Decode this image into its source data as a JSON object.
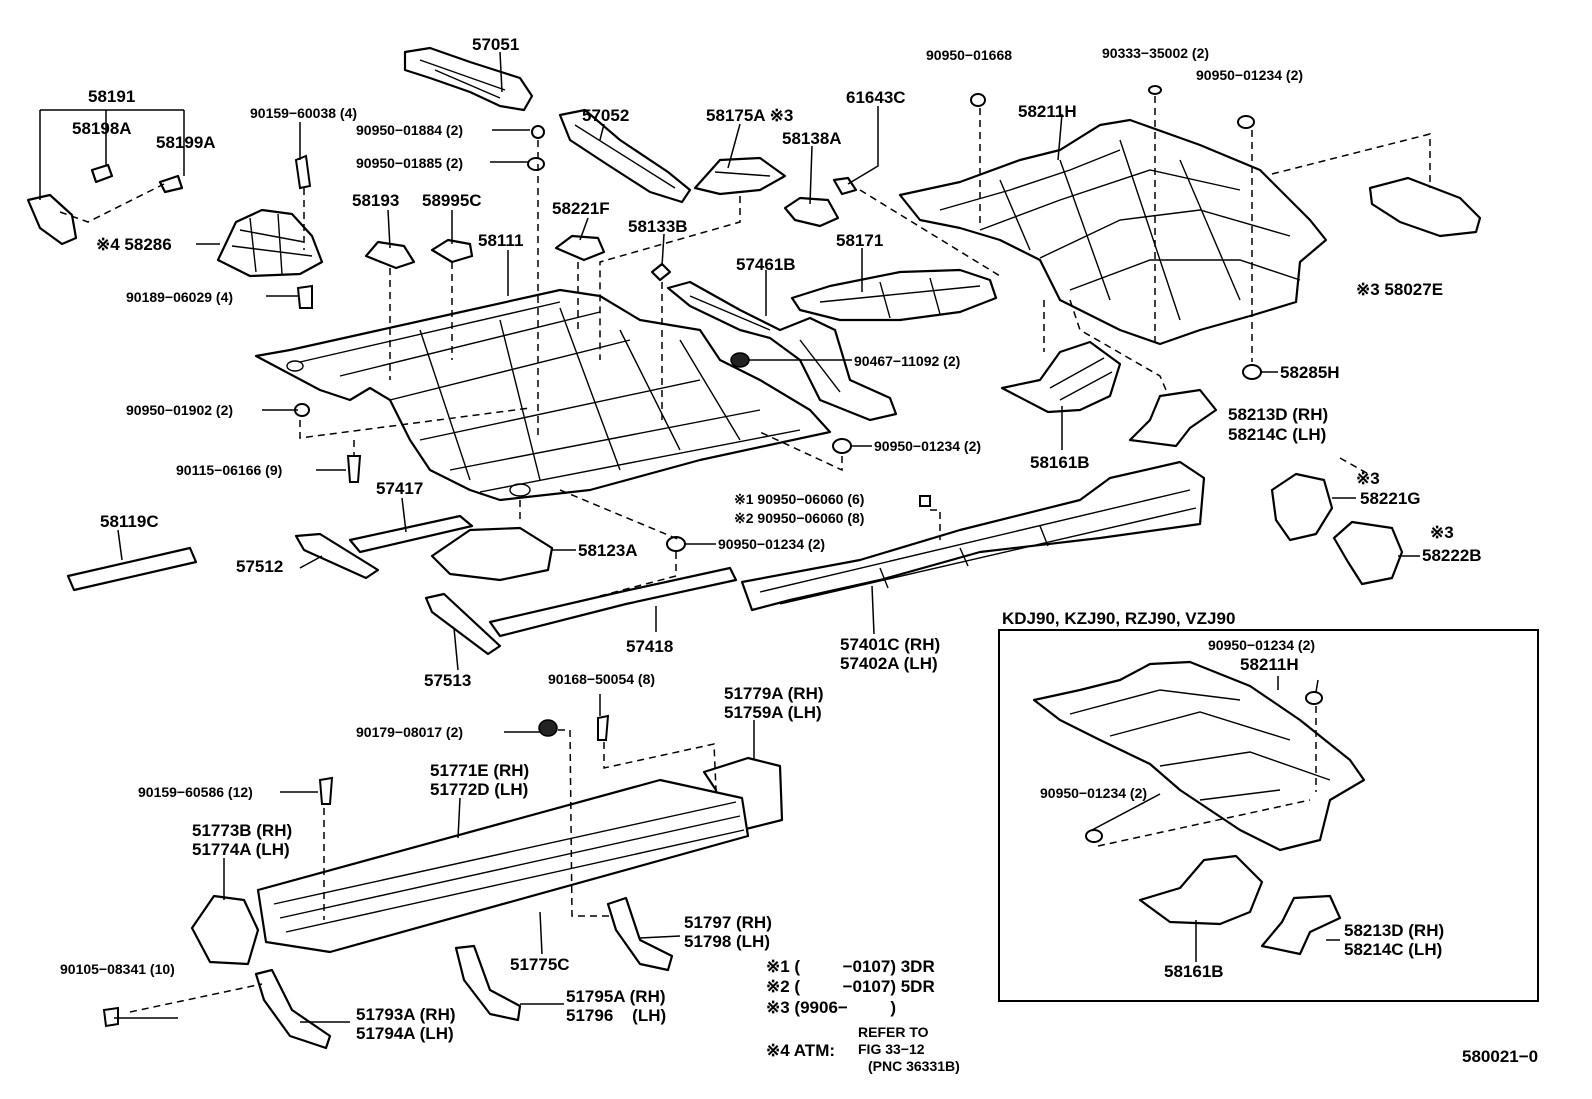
{
  "labels": {
    "p57051": "57051",
    "p58191": "58191",
    "p58198a": "58198A",
    "p58199a": "58199A",
    "p90159_60038": "90159−60038 (4)",
    "p90950_01884": "90950−01884 (2)",
    "p90950_01885": "90950−01885 (2)",
    "p57052": "57052",
    "p58175a": "58175A ※3",
    "p58138a": "58138A",
    "p61643c": "61643C",
    "p90950_01668": "90950−01668",
    "p90333_35002": "90333−35002 (2)",
    "p90950_01234_top": "90950−01234 (2)",
    "p58211h": "58211H",
    "p58193": "58193",
    "p58995c": "58995C",
    "p58111": "58111",
    "p58221f": "58221F",
    "p58133b": "58133B",
    "p58171": "58171",
    "p58286": "※4 58286",
    "p90189_06029": "90189−06029 (4)",
    "p57461b": "57461B",
    "p58027e": "※3 58027E",
    "p90467_11092": "90467−11092 (2)",
    "p58285h": "58285H",
    "p90950_01902": "90950−01902 (2)",
    "p58213d_top": "58213D (RH)",
    "p58214c_top": "58214C (LH)",
    "p90950_01234_mid": "90950−01234 (2)",
    "p58161b_top": "58161B",
    "p90115_06166": "90115−06166 (9)",
    "p57417": "57417",
    "p90950_06060_6": "※1 90950−06060 (6)",
    "p90950_06060_8": "※2 90950−06060 (8)",
    "p58221g_mark": "※3",
    "p58221g": "58221G",
    "p58119c": "58119C",
    "p58123a": "58123A",
    "p90950_01234_low": "90950−01234 (2)",
    "p58222b_mark": "※3",
    "p58222b": "58222B",
    "p57512": "57512",
    "p57418": "57418",
    "p57401c": "57401C (RH)",
    "p57402a": "57402A (LH)",
    "p57513": "57513",
    "inset_models": "KDJ90, KZJ90, RZJ90, VZJ90",
    "inset_90950_01234_a": "90950−01234 (2)",
    "inset_58211h": "58211H",
    "inset_90950_01234_b": "90950−01234 (2)",
    "inset_58161b": "58161B",
    "inset_58213d": "58213D (RH)",
    "inset_58214c": "58214C (LH)",
    "p90168_50054": "90168−50054 (8)",
    "p51779a": "51779A (RH)",
    "p51759a": "51759A (LH)",
    "p90179_08017": "90179−08017 (2)",
    "p51771e": "51771E (RH)",
    "p51772d": "51772D (LH)",
    "p90159_60586": "90159−60586 (12)",
    "p51773b": "51773B (RH)",
    "p51774a": "51774A (LH)",
    "p51775c": "51775C",
    "p51797": "51797 (RH)",
    "p51798": "51798 (LH)",
    "p90105_08341": "90105−08341 (10)",
    "p51793a": "51793A (RH)",
    "p51794a": "51794A (LH)",
    "p51795a": "51795A (RH)",
    "p51796": "51796    (LH)"
  },
  "notes": {
    "n1": "※1 (         −0107) 3DR",
    "n2": "※2 (         −0107) 5DR",
    "n3": "※3 (9906−         )",
    "n4_prefix": "※4 ATM:",
    "n4_line1": "REFER TO",
    "n4_line2": "FIG 33−12",
    "n4_line3": "(PNC 36331B)"
  },
  "figure_code": "580021−0"
}
